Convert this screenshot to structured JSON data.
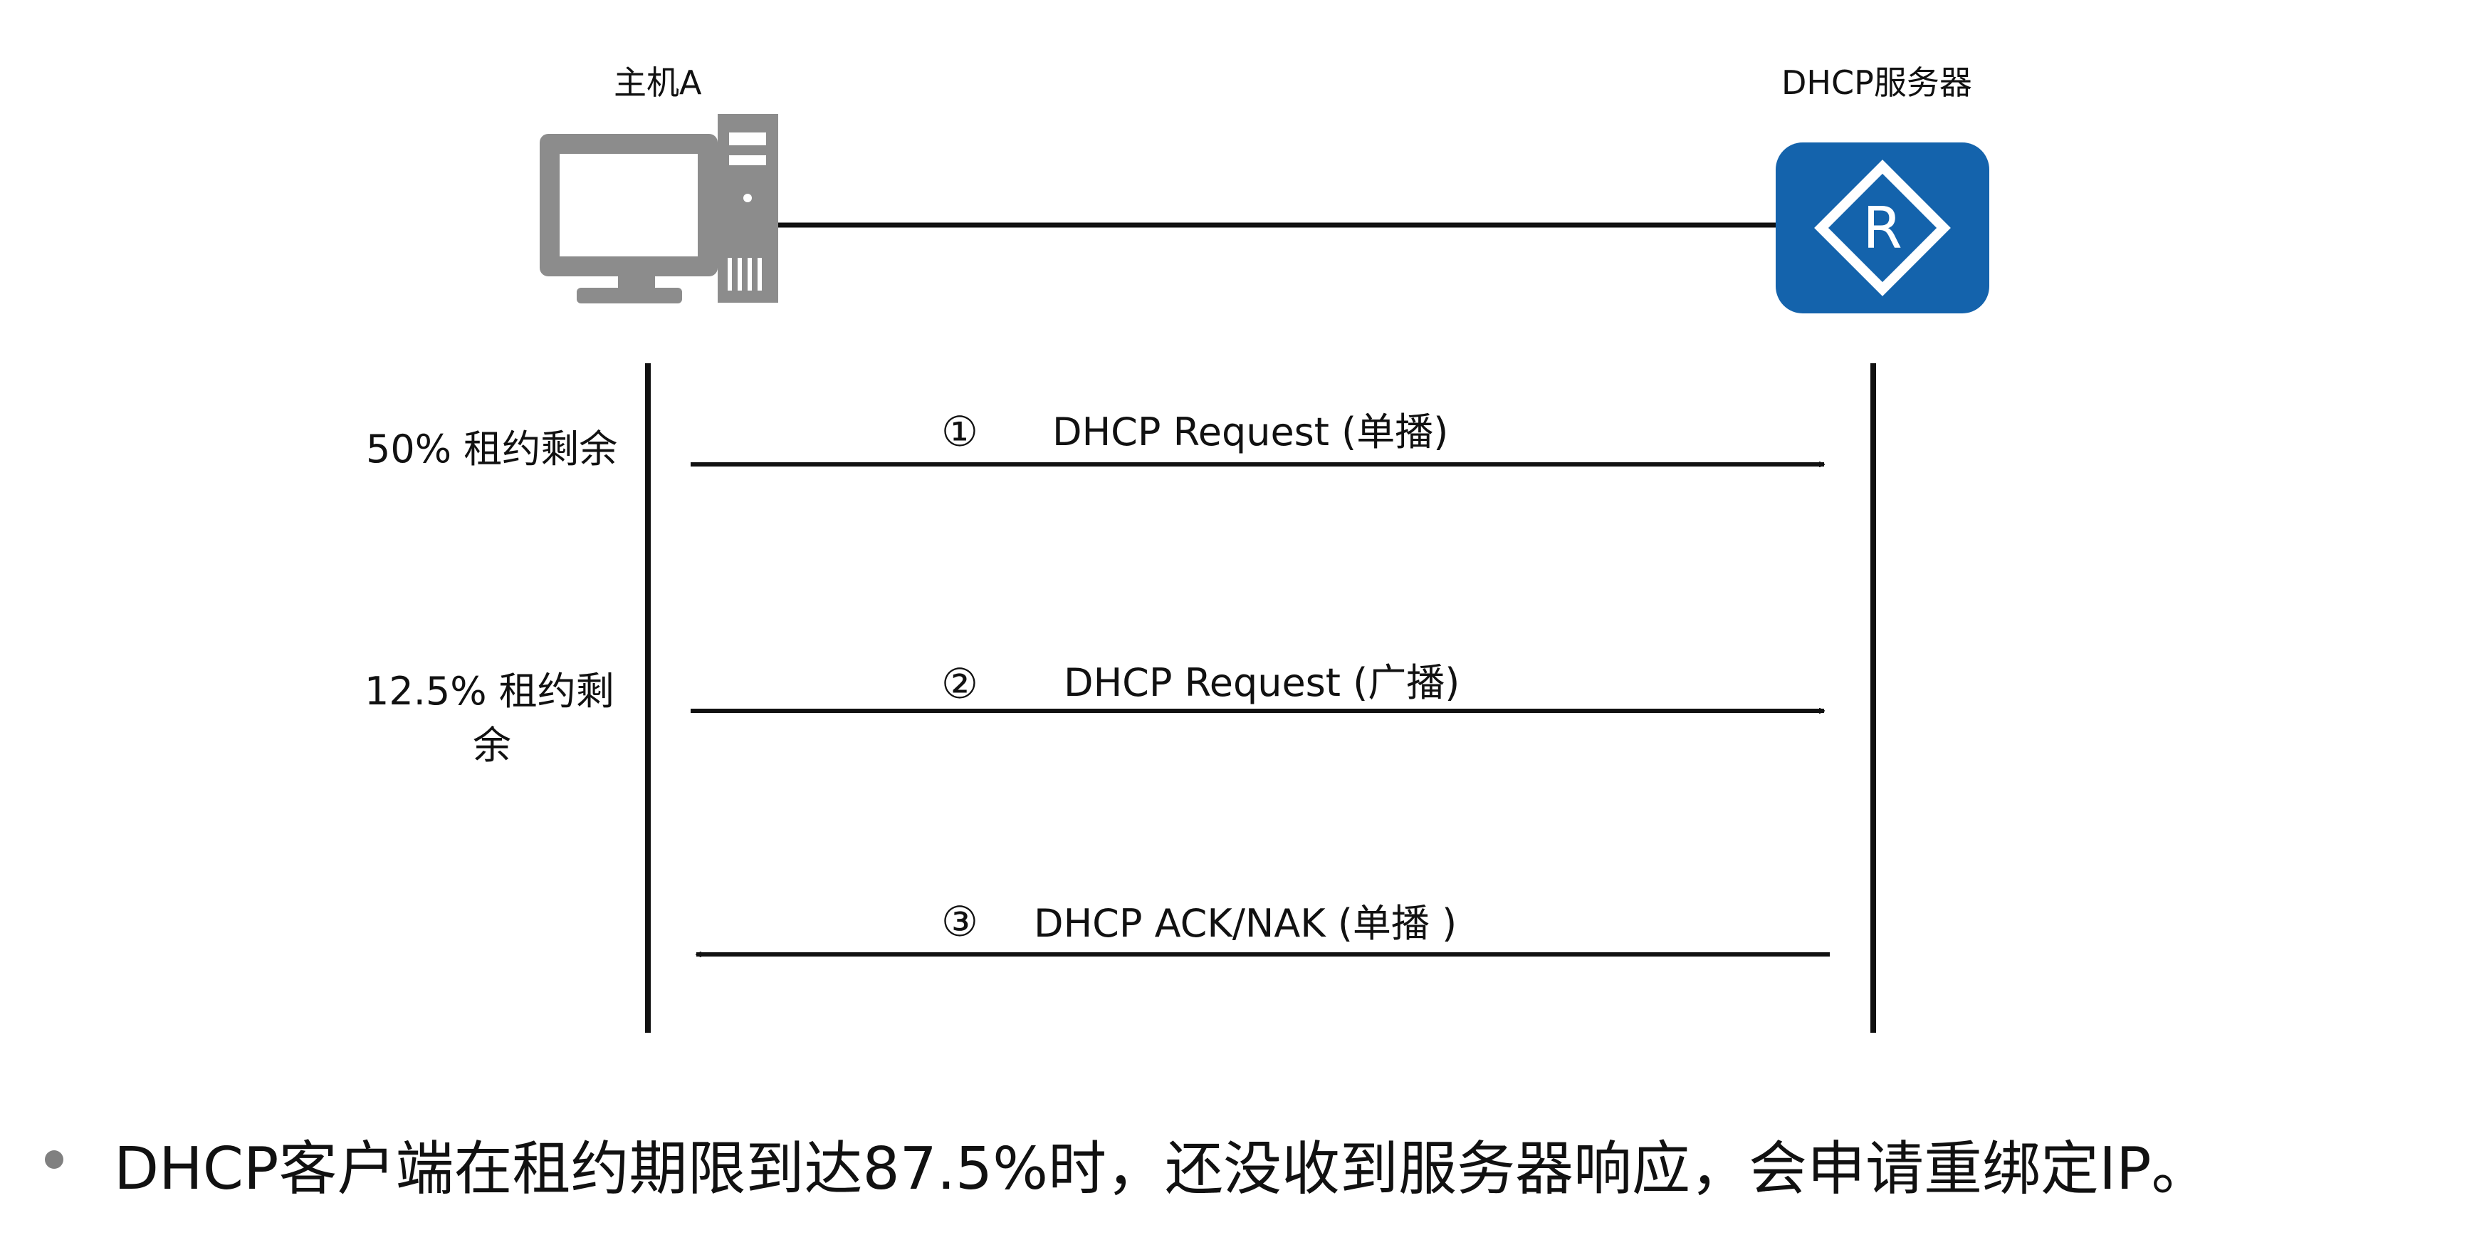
{
  "host": {
    "label": "主机A"
  },
  "server": {
    "label": "DHCP服务器",
    "icon": "router-r-icon",
    "color": "#1463ac"
  },
  "lease_labels": {
    "fifty": "50% 租约剩余",
    "twelve_line1": "12.5% 租约剩",
    "twelve_line2": "余"
  },
  "messages": [
    {
      "num": "①",
      "label": "DHCP Request (单播)",
      "direction": "to-server"
    },
    {
      "num": "②",
      "label": "DHCP Request (广播)",
      "direction": "to-server"
    },
    {
      "num": "③",
      "label": "DHCP ACK/NAK (单播 )",
      "direction": "to-host"
    }
  ],
  "caption": {
    "text": "DHCP客户端在租约期限到达87.5%时，还没收到服务器响应，会申请重绑定IP。"
  },
  "colors": {
    "computer": "#8c8c8c",
    "line": "#111111",
    "bullet": "#808080"
  }
}
